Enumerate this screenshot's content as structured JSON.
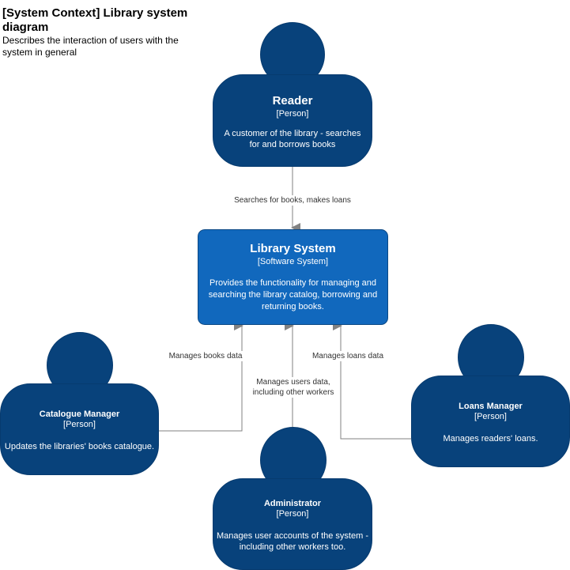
{
  "diagram": {
    "title": "[System Context] Library system diagram",
    "description": "Describes the interaction of users with the system in general"
  },
  "colors": {
    "person": "#08427b",
    "system": "#1168bd",
    "edge": "#828282"
  },
  "nodes": {
    "reader": {
      "name": "Reader",
      "type": "[Person]",
      "description": "A customer of the library - searches for and borrows books"
    },
    "library_system": {
      "name": "Library System",
      "type": "[Software System]",
      "description": "Provides the functionality for managing and searching the library catalog, borrowing and returning books."
    },
    "catalogue_manager": {
      "name": "Catalogue Manager",
      "type": "[Person]",
      "description": "Updates the libraries' books catalogue."
    },
    "loans_manager": {
      "name": "Loans Manager",
      "type": "[Person]",
      "description": "Manages readers' loans."
    },
    "administrator": {
      "name": "Administrator",
      "type": "[Person]",
      "description": "Manages user accounts of the system - including other workers too."
    }
  },
  "edges": [
    {
      "from": "Reader",
      "to": "Library System",
      "label": "Searches for books, makes loans"
    },
    {
      "from": "Catalogue Manager",
      "to": "Library System",
      "label": "Manages books data"
    },
    {
      "from": "Administrator",
      "to": "Library System",
      "label": "Manages users data, including other workers"
    },
    {
      "from": "Loans Manager",
      "to": "Library System",
      "label": "Manages loans data"
    }
  ]
}
